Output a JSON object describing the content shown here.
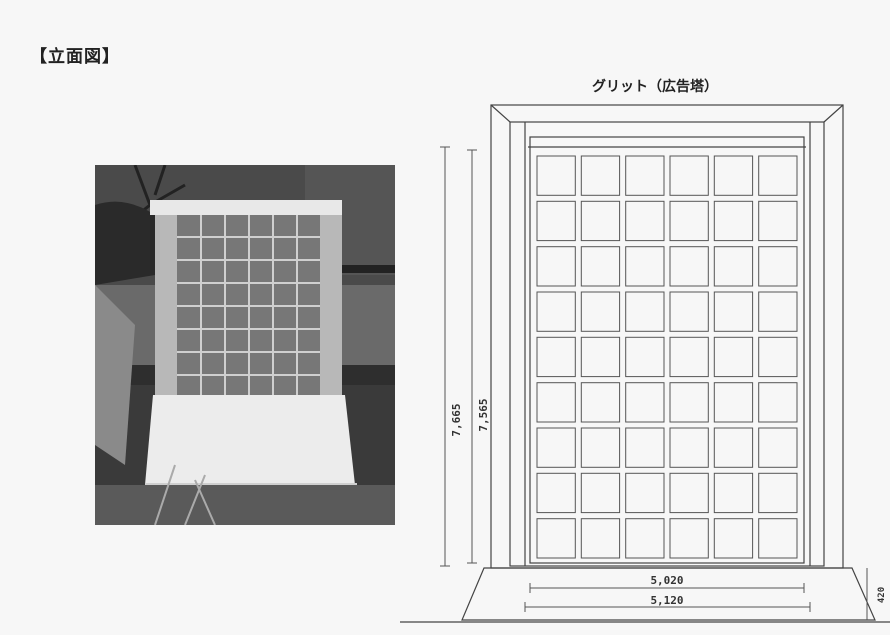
{
  "page_title": "【立面図】",
  "drawing_title": "グリット（広告塔）",
  "dimensions": {
    "height_outer": "7,665",
    "height_inner": "7,565",
    "width_inner": "5,020",
    "width_outer": "5,120",
    "base_height": "420"
  },
  "grid": {
    "columns": 6,
    "rows": 9
  }
}
